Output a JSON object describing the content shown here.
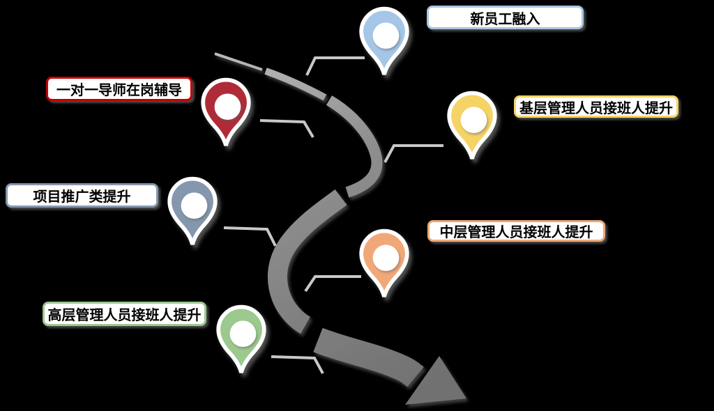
{
  "canvas": {
    "background_color": "#000000"
  },
  "road": {
    "gradient_start_color": "#BDBDBD",
    "gradient_mid_color": "#8F8F8F",
    "gradient_end_color": "#717171",
    "leader_line_color": "#C8C8C8"
  },
  "milestones": [
    {
      "label": "新员工融入",
      "pin_color": "#A6C6E7",
      "box_border_color": "#A9C4E0"
    },
    {
      "label": "一对一导师在岗辅导",
      "pin_color": "#B02B38",
      "box_border_color": "#C40000"
    },
    {
      "label": "基层管理人员接班人提升",
      "pin_color": "#F6D365",
      "box_border_color": "#F6D365"
    },
    {
      "label": "项目推广类提升",
      "pin_color": "#8497AE",
      "box_border_color": "#8497AE"
    },
    {
      "label": "中层管理人员接班人提升",
      "pin_color": "#F1A878",
      "box_border_color": "#F1A878"
    },
    {
      "label": "高层管理人员接班人提升",
      "pin_color": "#9CC98E",
      "box_border_color": "#9CC98E"
    }
  ]
}
